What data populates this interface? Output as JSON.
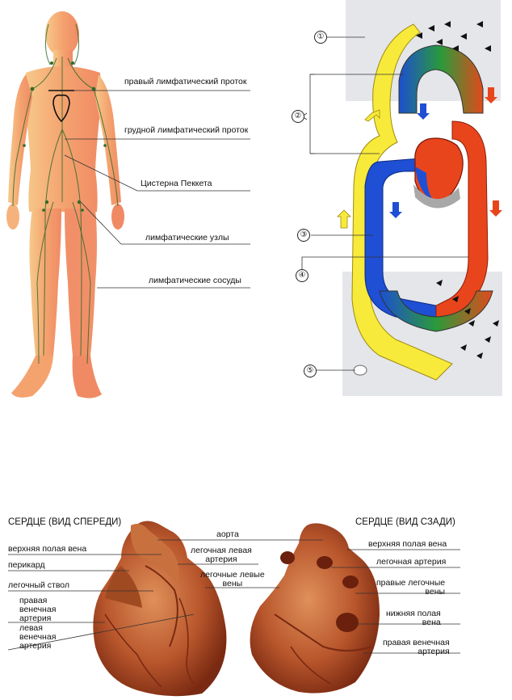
{
  "lymph": {
    "labels": [
      "правый лимфатический проток",
      "грудной лимфатический проток",
      "Цистерна Пеккета",
      "лимфатические узлы",
      "лимфатические сосуды"
    ]
  },
  "circulation": {
    "numbers": [
      "①",
      "②",
      "③",
      "④",
      "⑤"
    ]
  },
  "heart": {
    "front": {
      "title": "СЕРДЦЕ (ВИД СПЕРЕДИ)",
      "labels": {
        "svc": "верхняя полая вена",
        "pericardium": "перикард",
        "trunk": "легочный ствол",
        "right_coronary": "правая\nвенечная\nартерия",
        "left_coronary": "левая\nвенечная\nартерия"
      }
    },
    "middle": {
      "aorta": "аорта",
      "left_pulm_artery": "легочная левая\nартерия",
      "left_pulm_veins": "легочные левые\nвены"
    },
    "back": {
      "title": "СЕРДЦЕ (ВИД СЗАДИ)",
      "labels": {
        "svc": "верхняя полая вена",
        "pulm_artery": "легочная артерия",
        "right_pulm_veins": "правые легочные\nвены",
        "ivc": "нижняя полая\nвена",
        "right_coronary": "правая венечная\nартерия"
      }
    }
  }
}
